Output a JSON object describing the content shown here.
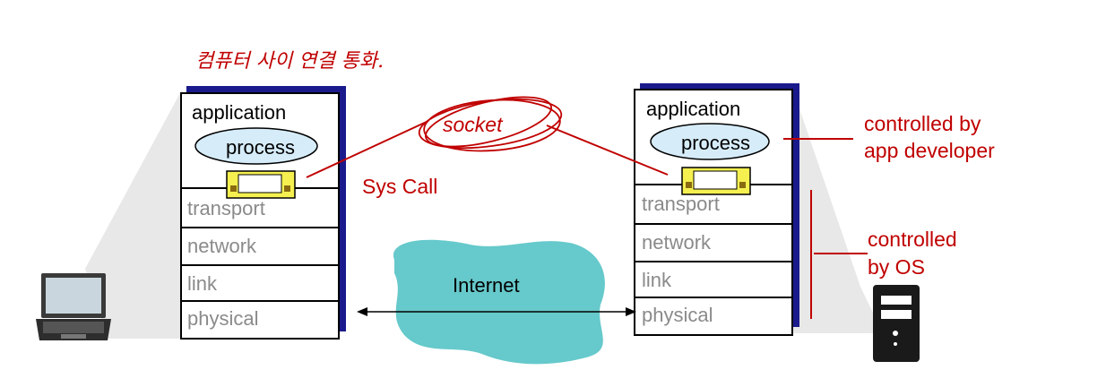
{
  "handwritten_note": "컴퓨터 사이 연결 통화.",
  "left_host": {
    "layers": [
      "application",
      "transport",
      "network",
      "link",
      "physical"
    ],
    "process_label": "process"
  },
  "right_host": {
    "layers": [
      "application",
      "transport",
      "network",
      "link",
      "physical"
    ],
    "process_label": "process"
  },
  "socket_label": "socket",
  "syscall_label": "Sys Call",
  "internet_label": "Internet",
  "annotation_app": [
    "controlled by",
    "app developer"
  ],
  "annotation_os": [
    "controlled",
    "by OS"
  ],
  "icons": [
    "laptop-icon",
    "server-icon"
  ],
  "colors": {
    "accent_red": "#c00000",
    "cloud": "#66c9cb",
    "stack_shadow": "#1a1a8c",
    "socket_fill": "#f5f050"
  }
}
